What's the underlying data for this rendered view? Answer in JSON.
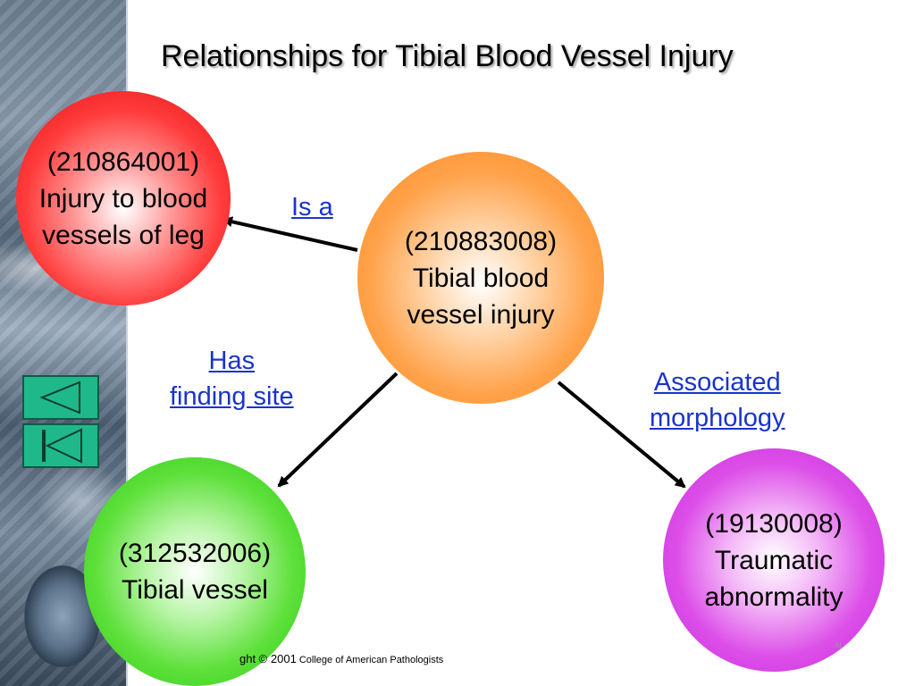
{
  "title": "Relationships for Tibial Blood Vessel Injury",
  "nodes": {
    "parent": {
      "code": "(210864001)",
      "line1": "Injury to blood",
      "line2": "vessels of leg",
      "color": "#ff3b3b"
    },
    "center": {
      "code": "(210883008)",
      "line1": "Tibial blood",
      "line2": "vessel injury",
      "color": "#ff9a3a"
    },
    "site": {
      "code": "(312532006)",
      "line1": "Tibial vessel",
      "color": "#3fd62a"
    },
    "morphology": {
      "code": "(19130008)",
      "line1": "Traumatic",
      "line2": "abnormality",
      "color": "#d64ae6"
    }
  },
  "edges": {
    "is_a": "Is a",
    "has_finding_site_1": "Has",
    "has_finding_site_2": "finding site",
    "associated_morphology_1": "Associated",
    "associated_morphology_2": "morphology"
  },
  "footer": {
    "prefix": "ght © 2001",
    "org": "College of American Pathologists"
  },
  "nav": {
    "prev_icon": "triangle-left-icon",
    "first_icon": "skip-to-start-icon",
    "button_color": "#1fb88a"
  },
  "corner_mark": "AL"
}
